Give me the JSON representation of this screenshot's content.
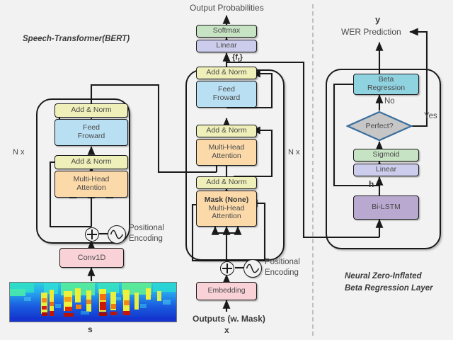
{
  "figure": {
    "title_left": "Speech-Transformer(BERT)",
    "title_right_l1": "Neural Zero-Inflated",
    "title_right_l2": "Beta Regression Layer",
    "output_probabilities": "Output Probabilities",
    "wer_prediction": "WER Prediction",
    "y_symbol": "y",
    "x_symbol": "x",
    "s_symbol": "s",
    "h_symbol": "h",
    "ft_symbol": "{f",
    "ft_sub": "t",
    "ft_close": "}",
    "outputs_caption": "Outputs (w. Mask)",
    "nx_left": "N x",
    "nx_mid": "N x",
    "pe_line1": "Positional",
    "pe_line2": "Encoding",
    "yes_label": "Yes",
    "no_label": "No"
  },
  "encoder": {
    "name": "speech-transformer-encoder",
    "blocks": [
      {
        "id": "enc-add-norm-2",
        "label": "Add & Norm",
        "color": "#eff0b9"
      },
      {
        "id": "enc-feed-forward",
        "label_line1": "Feed",
        "label_line2": "Froward",
        "color": "#b9dff3"
      },
      {
        "id": "enc-add-norm-1",
        "label": "Add & Norm",
        "color": "#eff0b9"
      },
      {
        "id": "enc-multi-head-attention",
        "label_line1": "Multi-Head",
        "label_line2": "Attention",
        "color": "#fbd9a9"
      }
    ],
    "conv1d": {
      "id": "conv1d",
      "label": "Conv1D",
      "color": "#f9d2d8"
    }
  },
  "decoder": {
    "name": "transformer-decoder",
    "softmax": {
      "label": "Softmax",
      "color": "#c6e3c3"
    },
    "linear": {
      "label": "Linear",
      "color": "#ccccec"
    },
    "blocks": [
      {
        "id": "dec-add-norm-3",
        "label": "Add & Norm",
        "color": "#eff0b9"
      },
      {
        "id": "dec-feed-forward",
        "label_line1": "Feed",
        "label_line2": "Froward",
        "color": "#b9dff3"
      },
      {
        "id": "dec-add-norm-2",
        "label": "Add & Norm",
        "color": "#eff0b9"
      },
      {
        "id": "dec-multi-head-attention",
        "label_line1": "Multi-Head",
        "label_line2": "Attention",
        "color": "#fbd9a9"
      },
      {
        "id": "dec-add-norm-1",
        "label": "Add & Norm",
        "color": "#eff0b9"
      },
      {
        "id": "dec-masked-attention",
        "label_line1": "Mask (None)",
        "label_line2": "Multi-Head",
        "label_line3": "Attention",
        "color": "#fbd9a9"
      }
    ],
    "embedding": {
      "id": "embedding",
      "label": "Embedding",
      "color": "#f9d2d8"
    }
  },
  "beta_layer": {
    "name": "neural-zero-inflated-beta-regression-layer",
    "beta_regression": {
      "label_line1": "Beta",
      "label_line2": "Regression",
      "color": "#8fd2e0"
    },
    "perfect_decision": {
      "label": "Perfect?",
      "fill": "#c6c6c6",
      "stroke": "#3b6f9e"
    },
    "sigmoid": {
      "label": "Sigmoid",
      "color": "#c6e3c3"
    },
    "linear": {
      "label": "Linear",
      "color": "#ccccec"
    },
    "bilstm": {
      "label": "Bi-LSTM",
      "color": "#b9a8cf"
    }
  },
  "spectrogram": {
    "name": "input-spectrogram",
    "alt": "mel-spectrogram of speech input s"
  },
  "colors": {
    "background": "#f2f2f2",
    "stroke": "#1a1a1a",
    "text": "#4a4a4a",
    "divider": "#c0c0c0"
  }
}
